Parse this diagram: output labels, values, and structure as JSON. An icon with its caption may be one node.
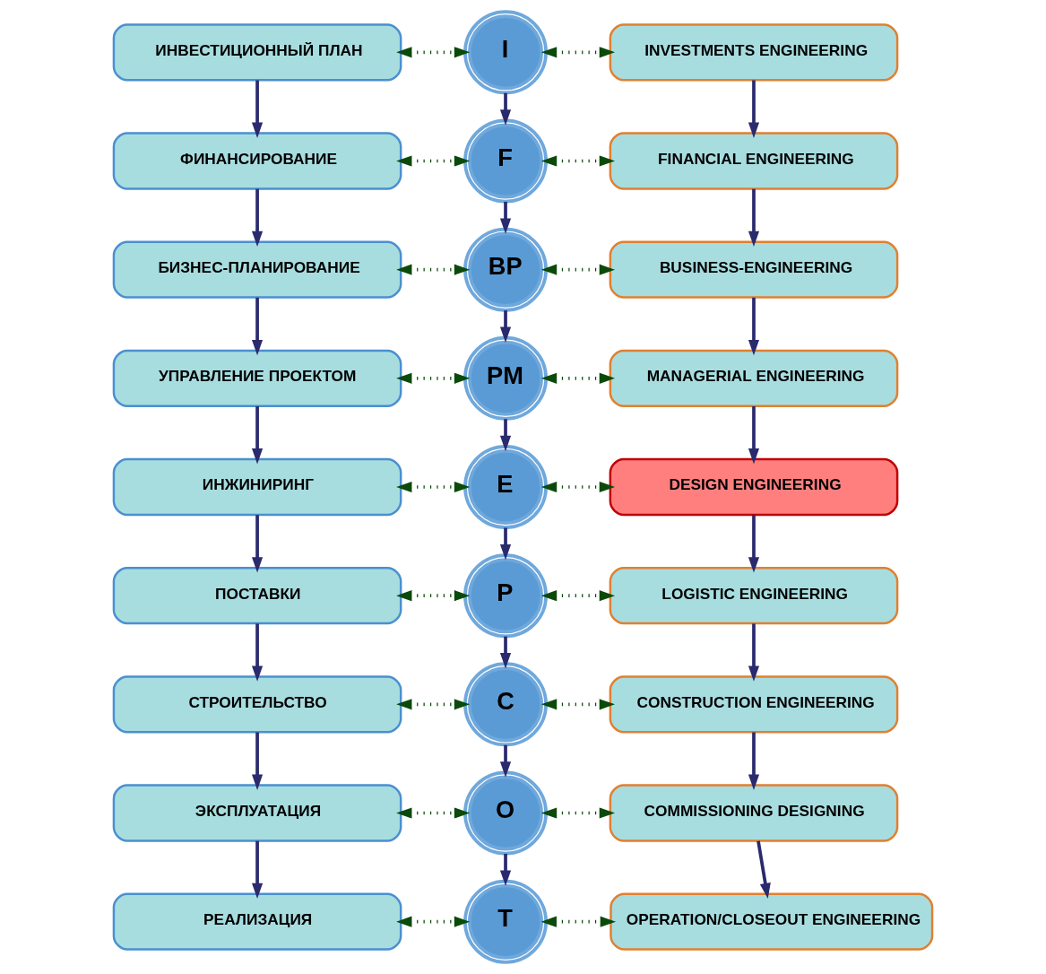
{
  "diagram": {
    "nodes": [
      {
        "text": [
          "ИНВЕСТИЦИОННЫЙ ПЛАН"
        ]
      },
      {
        "text": [
          "I"
        ]
      },
      {
        "text": [
          "INVESTMENTS ENGINEERING"
        ]
      },
      {
        "text": [
          "ФИНАНСИРОВАНИЕ"
        ]
      },
      {
        "text": [
          "F"
        ]
      },
      {
        "text": [
          "FINANCIAL ENGINEERING"
        ]
      },
      {
        "text": [
          "БИЗНЕС-ПЛАНИРОВАНИЕ"
        ]
      },
      {
        "text": [
          "BP"
        ]
      },
      {
        "text": [
          "BUSINESS-ENGINEERING"
        ]
      },
      {
        "text": [
          "УПРАВЛЕНИЕ ПРОЕКТОМ"
        ]
      },
      {
        "text": [
          "PM"
        ]
      },
      {
        "text": [
          "MANAGERIAL ENGINEERING"
        ]
      },
      {
        "text": [
          "ИНЖИНИРИНГ"
        ]
      },
      {
        "text": [
          "E"
        ]
      },
      {
        "text": [
          "DESIGN ENGINEERING"
        ]
      },
      {
        "text": [
          "ПОСТАВКИ"
        ]
      },
      {
        "text": [
          "P"
        ]
      },
      {
        "text": [
          "LOGISTIC ENGINEERING"
        ]
      },
      {
        "text": [
          "СТРОИТЕЛЬСТВО"
        ]
      },
      {
        "text": [
          "C"
        ]
      },
      {
        "text": [
          "CONSTRUCTION ENGINEERING"
        ]
      },
      {
        "text": [
          "ЭКСПЛУАТАЦИЯ"
        ]
      },
      {
        "text": [
          "O"
        ]
      },
      {
        "text": [
          "COMMISSIONING DESIGNING"
        ]
      },
      {
        "text": [
          "РЕАЛИЗАЦИЯ"
        ]
      },
      {
        "text": [
          "T"
        ]
      },
      {
        "text": [
          "OPERATION/CLOSEOUT ENGINEERING"
        ]
      }
    ],
    "edges": [
      {
        "from": 0,
        "to": 1,
        "arrow": "both",
        "style": "dashed",
        "color": "#0b4a0b"
      },
      {
        "from": 1,
        "to": 2,
        "arrow": "both",
        "style": "dashed",
        "color": "#0b4a0b"
      },
      {
        "from": 3,
        "to": 4,
        "arrow": "both",
        "style": "dashed",
        "color": "#0b4a0b"
      },
      {
        "from": 4,
        "to": 5,
        "arrow": "both",
        "style": "dashed",
        "color": "#0b4a0b"
      },
      {
        "from": 6,
        "to": 7,
        "arrow": "both",
        "style": "dashed",
        "color": "#0b4a0b"
      },
      {
        "from": 7,
        "to": 8,
        "arrow": "both",
        "style": "dashed",
        "color": "#0b4a0b"
      },
      {
        "from": 9,
        "to": 10,
        "arrow": "both",
        "style": "dashed",
        "color": "#0b4a0b"
      },
      {
        "from": 10,
        "to": 11,
        "arrow": "both",
        "style": "dashed",
        "color": "#0b4a0b"
      },
      {
        "from": 12,
        "to": 13,
        "arrow": "both",
        "style": "dashed",
        "color": "#0b4a0b"
      },
      {
        "from": 13,
        "to": 14,
        "arrow": "both",
        "style": "dashed",
        "color": "#0b4a0b"
      },
      {
        "from": 15,
        "to": 16,
        "arrow": "both",
        "style": "dashed",
        "color": "#0b4a0b"
      },
      {
        "from": 16,
        "to": 17,
        "arrow": "both",
        "style": "dashed",
        "color": "#0b4a0b"
      },
      {
        "from": 18,
        "to": 19,
        "arrow": "both",
        "style": "dashed",
        "color": "#0b4a0b"
      },
      {
        "from": 19,
        "to": 20,
        "arrow": "both",
        "style": "dashed",
        "color": "#0b4a0b"
      },
      {
        "from": 21,
        "to": 22,
        "arrow": "both",
        "style": "dashed",
        "color": "#0b4a0b"
      },
      {
        "from": 22,
        "to": 23,
        "arrow": "both",
        "style": "dashed",
        "color": "#0b4a0b"
      },
      {
        "from": 24,
        "to": 25,
        "arrow": "both",
        "style": "dashed",
        "color": "#0b4a0b"
      },
      {
        "from": 25,
        "to": 26,
        "arrow": "both",
        "style": "dashed",
        "color": "#0b4a0b"
      },
      {
        "from": 0,
        "to": 3,
        "arrow": "to"
      },
      {
        "from": 3,
        "to": 6,
        "arrow": "to"
      },
      {
        "from": 6,
        "to": 9,
        "arrow": "to"
      },
      {
        "from": 9,
        "to": 12,
        "arrow": "to"
      },
      {
        "from": 12,
        "to": 15,
        "arrow": "to"
      },
      {
        "from": 15,
        "to": 18,
        "arrow": "to"
      },
      {
        "from": 18,
        "to": 21,
        "arrow": "to"
      },
      {
        "from": 21,
        "to": 24,
        "arrow": "to"
      },
      {
        "from": 1,
        "to": 4,
        "arrow": "to"
      },
      {
        "from": 4,
        "to": 7,
        "arrow": "to"
      },
      {
        "from": 7,
        "to": 10,
        "arrow": "to"
      },
      {
        "from": 10,
        "to": 13,
        "arrow": "to"
      },
      {
        "from": 13,
        "to": 16,
        "arrow": "to"
      },
      {
        "from": 16,
        "to": 19,
        "arrow": "to"
      },
      {
        "from": 19,
        "to": 22,
        "arrow": "to"
      },
      {
        "from": 22,
        "to": 25,
        "arrow": "to"
      },
      {
        "from": 2,
        "to": 5,
        "arrow": "to"
      },
      {
        "from": 5,
        "to": 8,
        "arrow": "to"
      },
      {
        "from": 8,
        "to": 11,
        "arrow": "to"
      },
      {
        "from": 11,
        "to": 14,
        "arrow": "to"
      },
      {
        "from": 14,
        "to": 17,
        "arrow": "to"
      },
      {
        "from": 17,
        "to": 20,
        "arrow": "to"
      },
      {
        "from": 20,
        "to": 23,
        "arrow": "to"
      },
      {
        "from": 23,
        "to": 26,
        "arrow": "to"
      }
    ]
  }
}
